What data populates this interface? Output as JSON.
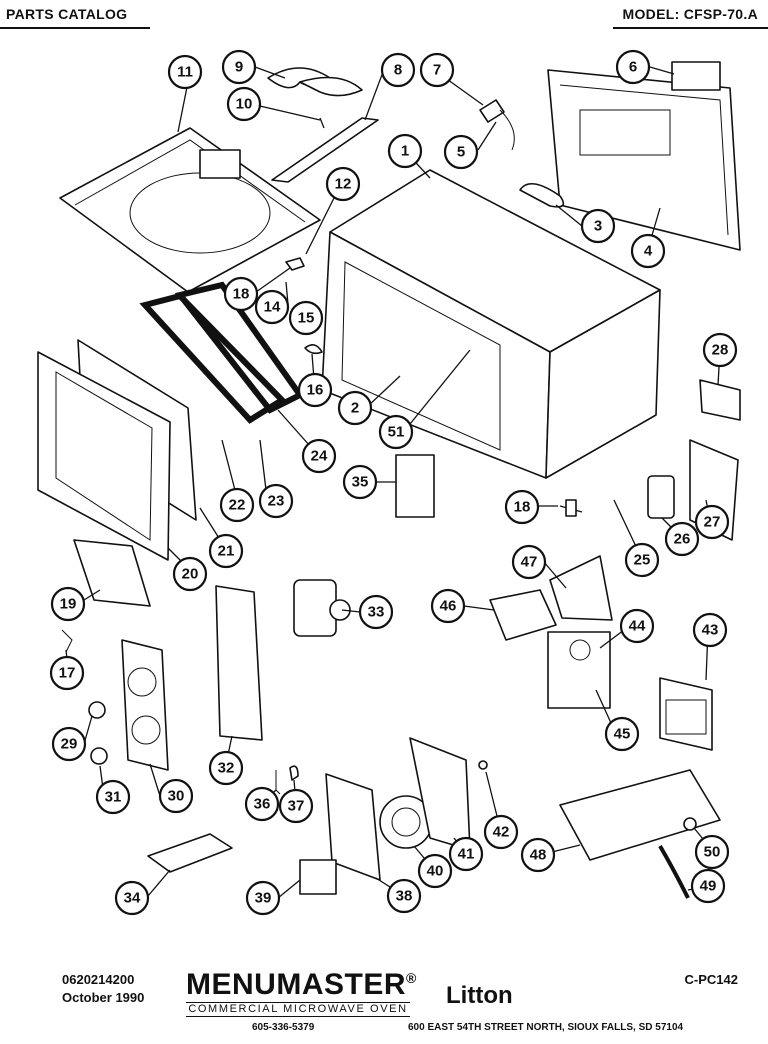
{
  "header": {
    "left": "PARTS CATALOG",
    "right": "MODEL: CFSP-70.A"
  },
  "callouts": [
    "11",
    "9",
    "10",
    "8",
    "7",
    "5",
    "6",
    "1",
    "12",
    "3",
    "4",
    "18",
    "14",
    "15",
    "16",
    "28",
    "2",
    "51",
    "24",
    "23",
    "22",
    "21",
    "20",
    "35",
    "18",
    "25",
    "26",
    "27",
    "19",
    "47",
    "17",
    "46",
    "33",
    "44",
    "43",
    "29",
    "32",
    "45",
    "30",
    "31",
    "36",
    "37",
    "42",
    "48",
    "50",
    "40",
    "41",
    "34",
    "39",
    "38",
    "49"
  ],
  "footer": {
    "code": "0620214200",
    "date": "October 1990",
    "brand": "MENUMASTER",
    "brand_mark": "®",
    "brand_sub": "COMMERCIAL MICROWAVE OVEN",
    "company": "Litton",
    "reference": "C-PC142",
    "phone": "605-336-5379",
    "address": "600 EAST 54TH STREET NORTH, SIOUX FALLS, SD 57104"
  }
}
